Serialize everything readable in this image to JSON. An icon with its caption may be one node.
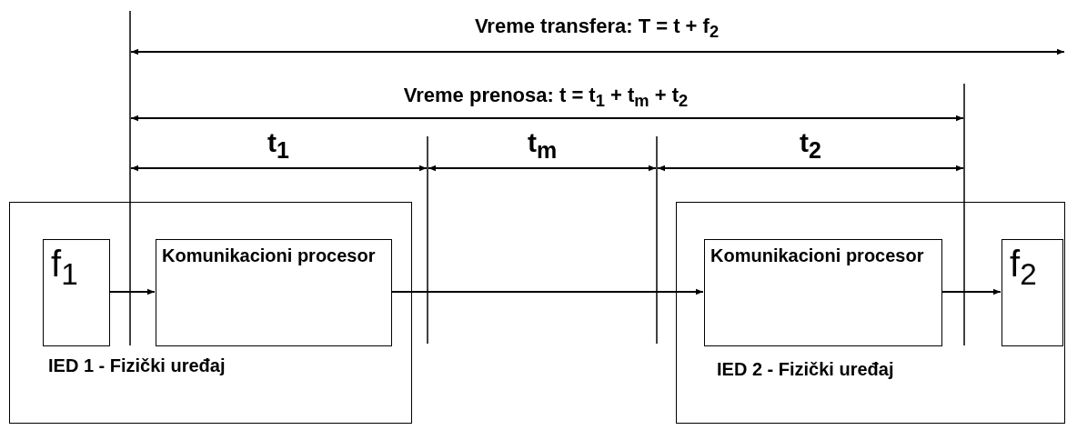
{
  "diagram": {
    "nodes": [
      {
        "text": [
          "IED 1 - Fizički uređaj"
        ]
      },
      {
        "text": [
          "f$_{1}$"
        ],
        "in": 0
      },
      {
        "text": [
          "Komunikacioni procesor"
        ],
        "in": 0
      },
      {
        "text": [
          "IED 2 - Fizički uređaj"
        ]
      },
      {
        "text": [
          "Komunikacioni procesor"
        ],
        "in": 3
      },
      {
        "text": [
          "f$_{2}$"
        ],
        "in": 3
      }
    ],
    "edges": [
      {
        "from": 1,
        "to": 2,
        "arrow": "to"
      },
      {
        "from": 2,
        "to": 4,
        "arrow": "to"
      },
      {
        "from": 4,
        "to": 5,
        "arrow": "to"
      }
    ],
    "labels": [
      "Vreme transfera: T = t + f$_{2}$",
      "Vreme prenosa: t = t$_{1}$ + t$_{m}$ + t$_{2}$",
      "t$_{1}$",
      "t$_{m}$",
      "t$_{2}$"
    ]
  }
}
